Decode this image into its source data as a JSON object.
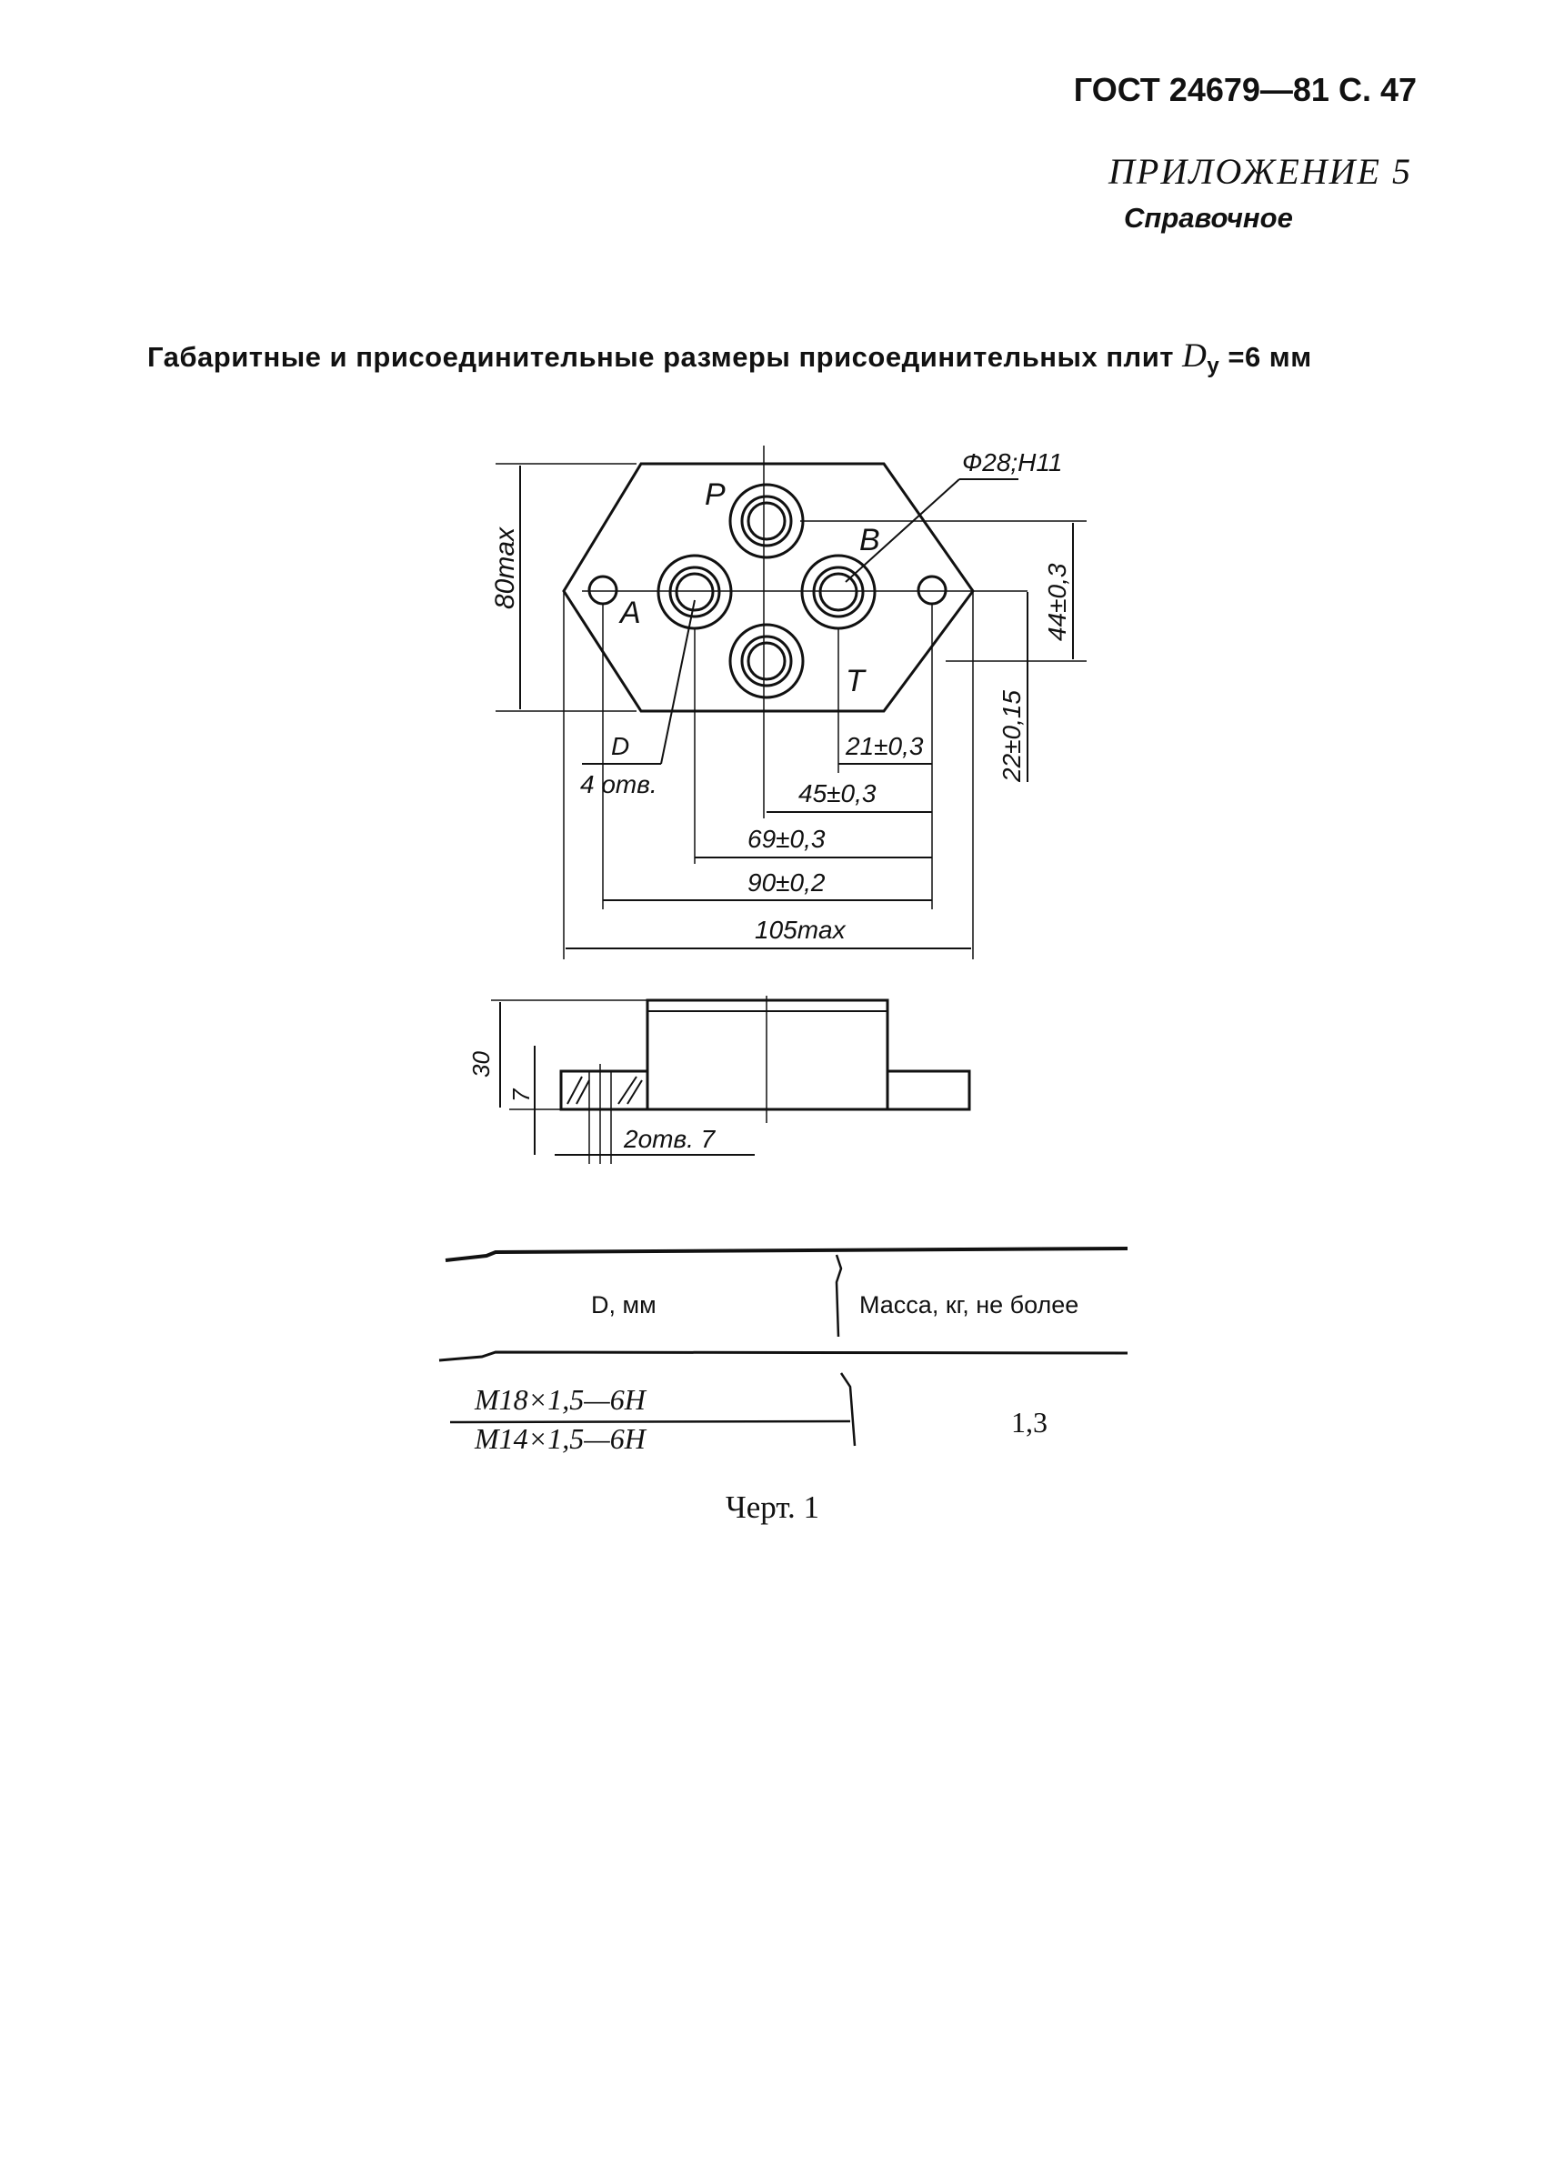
{
  "header": {
    "text": "ГОСТ 24679—81 С. 47"
  },
  "appendix": {
    "title": "ПРИЛОЖЕНИЕ 5",
    "subtitle": "Справочное"
  },
  "heading": {
    "text": "Габаритные и присоединительные размеры присоединительных плит",
    "symbol": "D",
    "sub": "у",
    "value": "=6 мм"
  },
  "drawing": {
    "ports": {
      "p": "P",
      "b": "B",
      "a": "A",
      "t": "T"
    },
    "dims": {
      "height_max": "80max",
      "hole_dia": "Ф28;Н11",
      "dim_44": "44±0,3",
      "dim_22": "22±0,15",
      "dim_21": "21±0,3",
      "dim_45": "45±0,3",
      "dim_69": "69±0,3",
      "dim_90": "90±0,2",
      "dim_105": "105max",
      "hole_d": "D",
      "holes_4": "4 отв.",
      "side_height": "30",
      "side_flange": "7",
      "holes_2": "2отв. 7"
    }
  },
  "table": {
    "columns": [
      "D, мм",
      "Масса, кг, не более"
    ],
    "rows": [
      {
        "d_values": [
          "М18×1,5—6Н",
          "М14×1,5—6Н"
        ],
        "mass": "1,3"
      }
    ]
  },
  "caption": "Черт. 1"
}
